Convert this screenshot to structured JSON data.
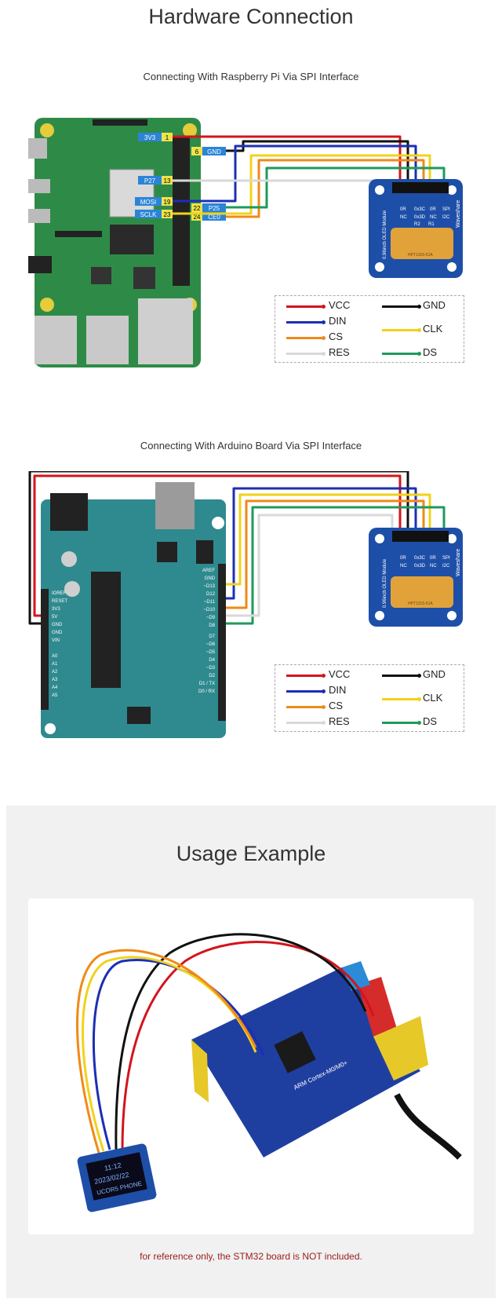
{
  "header": {
    "title": "Hardware Connection"
  },
  "rpi_section": {
    "caption": "Connecting With Raspberry Pi Via SPI Interface",
    "pin_labels": [
      {
        "name": "3V3",
        "pin": "1"
      },
      {
        "name": "GND",
        "pin": "6"
      },
      {
        "name": "P27",
        "pin": "13"
      },
      {
        "name": "MOSI",
        "pin": "19"
      },
      {
        "name": "SCLK",
        "pin": "23"
      },
      {
        "name": "P25",
        "pin": "22"
      },
      {
        "name": "CE0",
        "pin": "24"
      }
    ]
  },
  "arduino_section": {
    "caption": "Connecting With Arduino Board Via SPI Interface",
    "header_pins_right": [
      "AREF",
      "GND",
      "~D13",
      "D12",
      "~D11",
      "~D10",
      "~D9",
      "D8",
      "D7",
      "~D6",
      "~D5",
      "D4",
      "~D3",
      "D2",
      "D1 / TX",
      "D0 / RX"
    ],
    "header_pins_left": [
      "IOREF",
      "RESET",
      "3V3",
      "5V",
      "GND",
      "GND",
      "VIN",
      "A0",
      "A1",
      "A2",
      "A3",
      "A4",
      "A5"
    ]
  },
  "oled_module": {
    "title": "0.96inch OLED Module",
    "brand": "Waveshare",
    "jumpers": [
      "0R",
      "0x3C",
      "0R",
      "SPI",
      "NC",
      "0x3D",
      "NC",
      "I2C"
    ],
    "resistors": [
      "R2",
      "R1"
    ],
    "ribbon_code": "HPT1315-51A"
  },
  "legend": {
    "items": [
      {
        "label": "VCC",
        "color": "#d4141c"
      },
      {
        "label": "GND",
        "color": "#111111"
      },
      {
        "label": "DIN",
        "color": "#1c2fb4"
      },
      {
        "label": "CLK",
        "color": "#f1d21a"
      },
      {
        "label": "CS",
        "color": "#ef8a18"
      },
      {
        "label": "DS",
        "color": "#1e9a5c"
      },
      {
        "label": "RES",
        "color": "#d9d9d9"
      }
    ]
  },
  "usage": {
    "title": "Usage Example",
    "board_text": "ARM Cortex-M0/M0+",
    "display_lines": [
      "11:12",
      "2023/02/22",
      "UCOR5 PHONE"
    ],
    "note": "for reference only, the STM32 board is NOT included."
  },
  "colors": {
    "rpi_board": "#2e8b47",
    "arduino_board": "#2e8a8f",
    "oled_pcb": "#1e4fa8",
    "note_red": "#9b1b1b"
  }
}
